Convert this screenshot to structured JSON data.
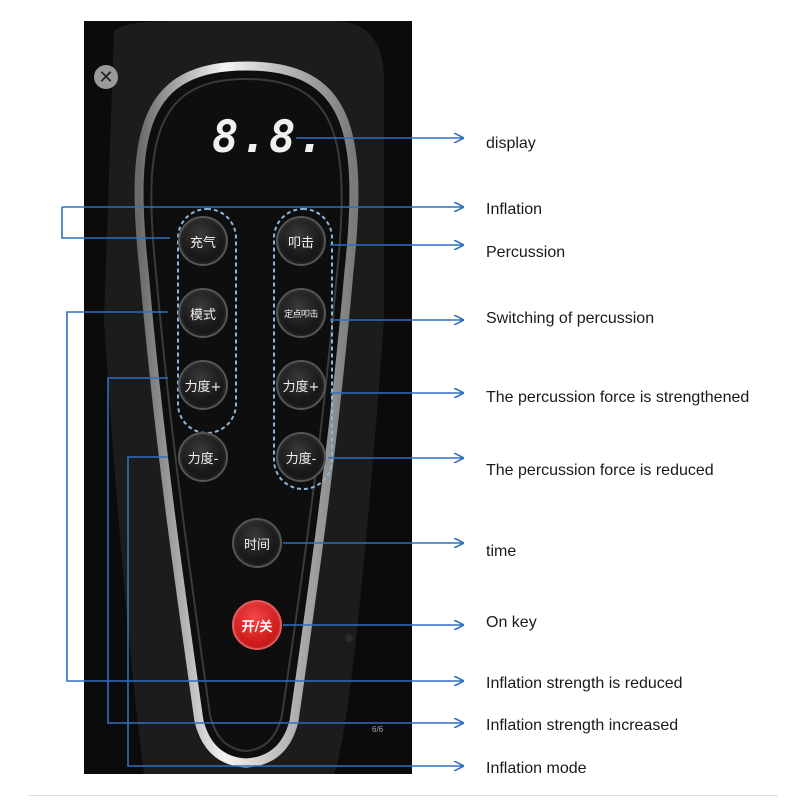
{
  "close_icon_glyph": "✕",
  "display": {
    "value": "8.8."
  },
  "buttons": {
    "inflate": "充气",
    "percussion": "叩击",
    "mode": "模式",
    "fixed_percussion": "定点叩击",
    "left_force_plus": "力度+",
    "right_force_plus": "力度+",
    "left_force_minus": "力度-",
    "right_force_minus": "力度-",
    "time": "时间",
    "power": "开/关"
  },
  "page_indicator": "6/6",
  "labels": {
    "display": "display",
    "inflation": "Inflation",
    "percussion": "Percussion",
    "switching": "Switching of percussion",
    "strengthened": "The percussion force is strengthened",
    "reduced": "The percussion force is reduced",
    "time": "time",
    "on_key": "On key",
    "inflation_reduced": "Inflation strength is reduced",
    "inflation_increased": "Inflation strength increased",
    "inflation_mode": "Inflation mode"
  },
  "colors": {
    "arrow": "#2f6ebf",
    "power_button": "#d21c1c",
    "device_body": "#0b0b0b"
  }
}
